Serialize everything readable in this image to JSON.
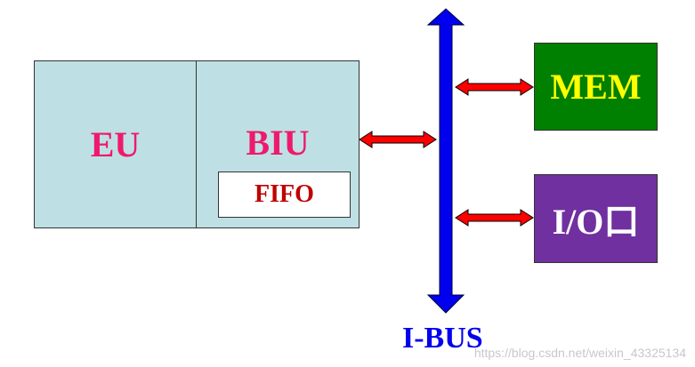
{
  "blocks": {
    "eu": "EU",
    "biu": "BIU",
    "fifo": "FIFO",
    "mem": "MEM",
    "io": "I/O口"
  },
  "bus": {
    "label": "I-BUS"
  },
  "watermark": "https://blog.csdn.net/weixin_43325134",
  "colors": {
    "unit_fill": "#bee0e4",
    "unit_text": "#ee1a6c",
    "fifo_text": "#c00000",
    "mem_fill": "#008000",
    "mem_text": "#ffff00",
    "io_fill": "#7030a0",
    "bus": "#0000ee",
    "link_arrow": "#ff0000"
  }
}
